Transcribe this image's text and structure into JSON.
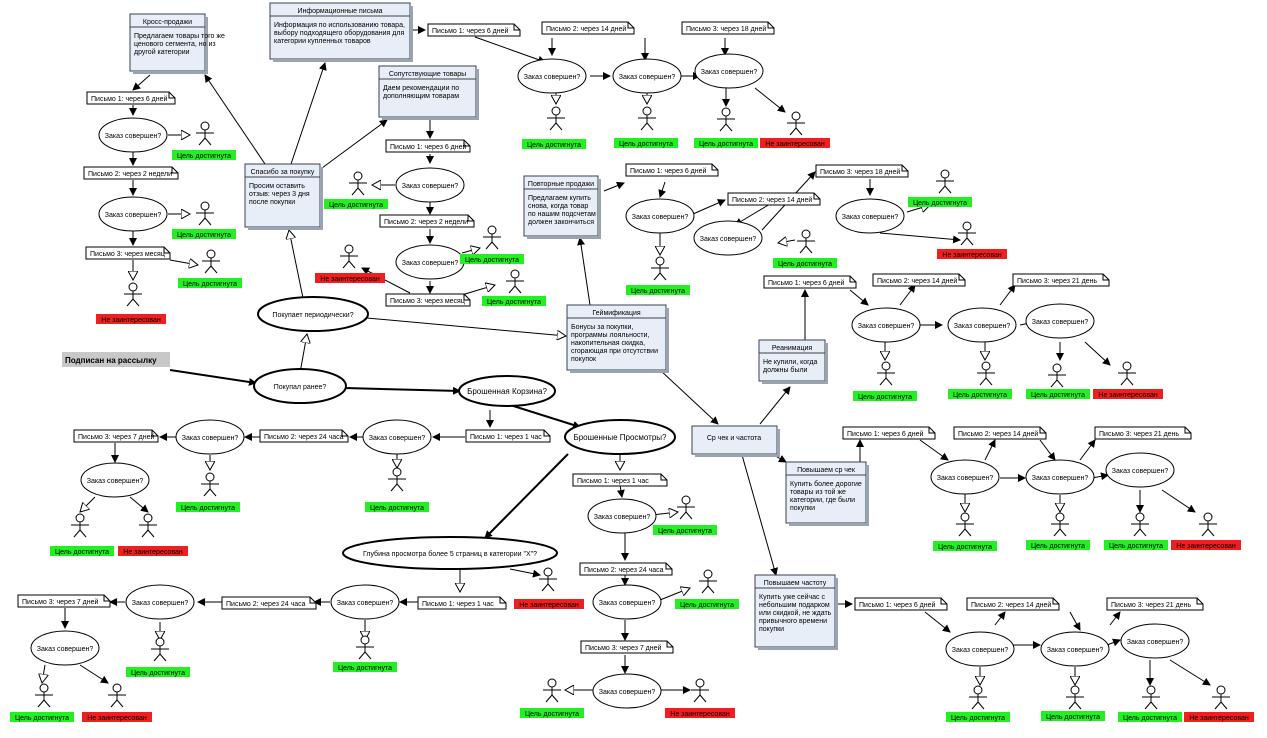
{
  "start": "Подписан на рассылку",
  "decisions": {
    "bought_before": "Покупал ранее?",
    "buys_periodically": "Покупает периодически?",
    "abandoned_cart": "Брошенная Корзина?",
    "abandoned_views": "Брошенные Просмотры?",
    "depth": "Глубина просмотра более 5 страниц в категории \"X\"?",
    "order": "Заказ совершен?"
  },
  "cards": {
    "thanks": {
      "title": "Спасибо за покупку",
      "body": [
        "Просим оставить",
        "отзыв: через 3 дня",
        "после покупки"
      ]
    },
    "cross": {
      "title": "Кросс-продажи",
      "body": [
        "Предлагаем товары того же",
        "ценового сегмента, но из",
        "другой категории"
      ]
    },
    "info": {
      "title": "Информационные письма",
      "body": [
        "Информация по использованию товара,",
        "выбору подходящего оборудования для",
        "категории купленных товаров"
      ]
    },
    "related": {
      "title": "Сопутствующие товары",
      "body": [
        "Даем рекомендации по",
        "дополняющим товарам"
      ]
    },
    "repeat": {
      "title": "Повторные продажи",
      "body": [
        "Предлагаем купить",
        "снова, когда товар",
        "по нашим подсчетам",
        "должен закончиться"
      ]
    },
    "game": {
      "title": "Геймификация",
      "body": [
        "Бонусы за покупки,",
        "программы лояльности,",
        "накопительная скидка,",
        "сгорающая при отсутствии",
        "покупок"
      ]
    },
    "reanimation": {
      "title": "Реанимация",
      "body": [
        "Не купили, когда",
        "должны были"
      ]
    },
    "raise_check": {
      "title": "Повышаем ср чек",
      "body": [
        "Купить более дорогие",
        "товары из той же",
        "категории, где были",
        "покупки"
      ]
    },
    "raise_freq": {
      "title": "Повышаем частоту",
      "body": [
        "Купить уже сейчас с",
        "небольшим подарком",
        "или скидкой, не ждать",
        "привычного времени",
        "покупки"
      ]
    },
    "check_freq": {
      "title": "Ср чек и частота",
      "body": []
    }
  },
  "letters": {
    "l1_6": "Письмо 1: через 6 дней",
    "l2_14": "Письмо 2: через 14 дней",
    "l3_18": "Письмо 3: через 18 дней",
    "l3_21": "Письмо 3: через 21 день",
    "l2_2w": "Письмо 2: через 2 недели",
    "l3_1m": "Письмо 3: через месяц",
    "l1_1h": "Письмо 1: через 1 час",
    "l2_24h": "Письмо 2: через 24 часа",
    "l3_7d": "Письмо 3: через 7 дней"
  },
  "labels": {
    "goal": "Цель достигнута",
    "not_interested": "Не заинтересован"
  },
  "colors": {
    "card_fill": "#e8eef7",
    "card_border": "#39424f",
    "goal_fill": "#21f021",
    "not_interested_fill": "#f01f1f",
    "start_fill": "#c8c8c8"
  }
}
